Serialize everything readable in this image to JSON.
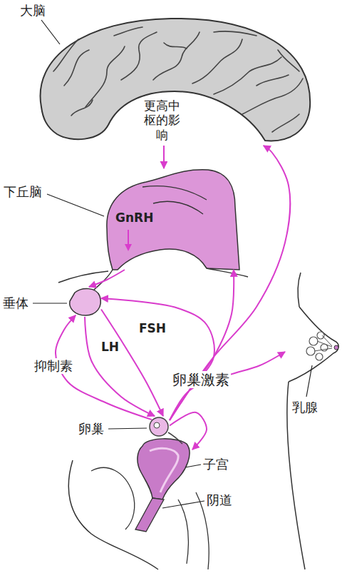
{
  "diagram": {
    "nodes": [
      {
        "text": [
          "大脑"
        ]
      },
      {
        "text": [
          "下丘脑"
        ]
      },
      {
        "text": [
          "垂体"
        ]
      },
      {
        "text": [
          "卵巢"
        ]
      },
      {
        "text": [
          "子宫"
        ]
      },
      {
        "text": [
          "阴道"
        ]
      },
      {
        "text": [
          "乳腺"
        ]
      }
    ],
    "edges": [
      {
        "from": 0,
        "to": 1,
        "arrow": "to",
        "label": "更高中枢的影响"
      },
      {
        "from": 1,
        "to": 2,
        "arrow": "to",
        "label": "GnRH"
      },
      {
        "from": 2,
        "to": 3,
        "arrow": "to",
        "label": "LH"
      },
      {
        "from": 2,
        "to": 3,
        "arrow": "to",
        "label": "FSH"
      },
      {
        "from": 3,
        "to": 2,
        "arrow": "to",
        "label": "抑制素"
      },
      {
        "from": 3,
        "to": 2,
        "arrow": "to"
      },
      {
        "from": 3,
        "to": 1,
        "arrow": "to"
      },
      {
        "from": 3,
        "to": 0,
        "arrow": "to"
      },
      {
        "from": 3,
        "to": 6,
        "arrow": "to"
      },
      {
        "from": 3,
        "to": 4,
        "arrow": "to"
      }
    ],
    "labels": [
      "卵巢激素"
    ]
  }
}
